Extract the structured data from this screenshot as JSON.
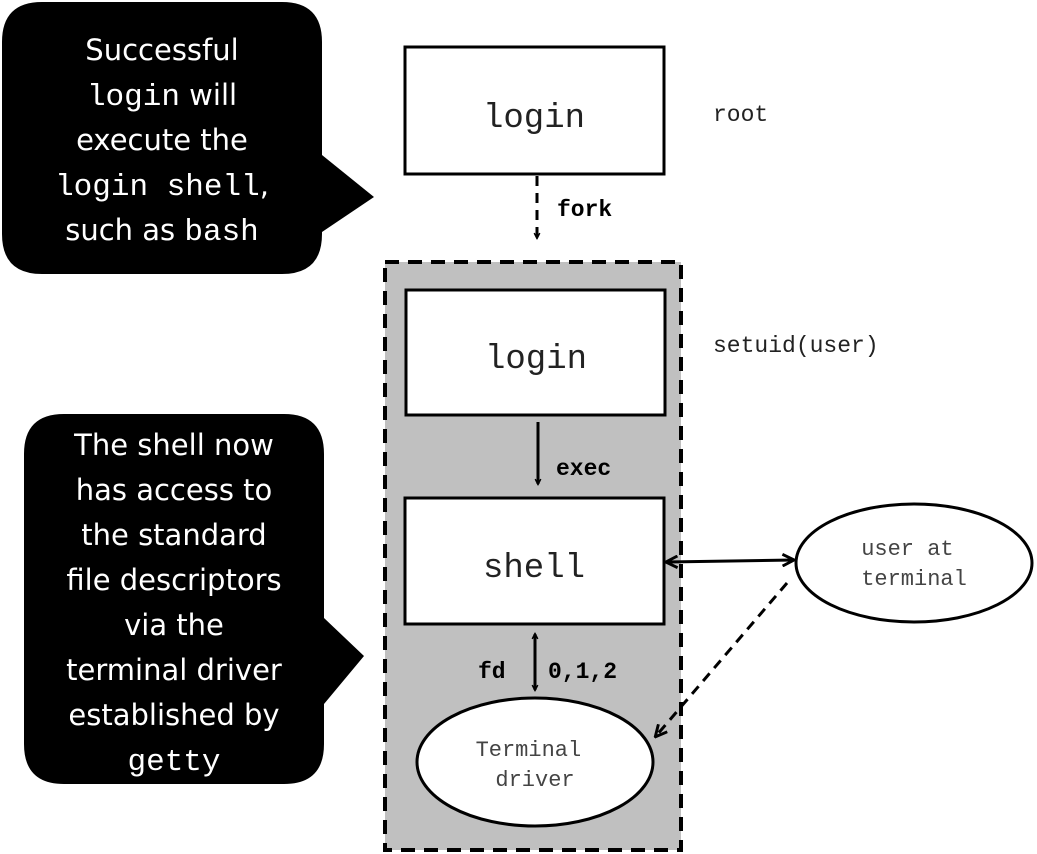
{
  "callouts": {
    "top": {
      "lines": [
        [
          {
            "t": "Successful",
            "code": false
          }
        ],
        [
          {
            "t": "login",
            "code": true
          },
          {
            "t": " will",
            "code": false
          }
        ],
        [
          {
            "t": "execute the",
            "code": false
          }
        ],
        [
          {
            "t": "login shell",
            "code": true
          },
          {
            "t": ",",
            "code": false
          }
        ],
        [
          {
            "t": "such as ",
            "code": false
          },
          {
            "t": "bash",
            "code": true
          }
        ]
      ]
    },
    "bottom": {
      "lines": [
        [
          {
            "t": "The shell now",
            "code": false
          }
        ],
        [
          {
            "t": "has access to",
            "code": false
          }
        ],
        [
          {
            "t": "the standard",
            "code": false
          }
        ],
        [
          {
            "t": "file descriptors",
            "code": false
          }
        ],
        [
          {
            "t": "via the",
            "code": false
          }
        ],
        [
          {
            "t": "terminal driver",
            "code": false
          }
        ],
        [
          {
            "t": "established by",
            "code": false
          }
        ],
        [
          {
            "t": "getty",
            "code": true
          }
        ]
      ]
    }
  },
  "nodes": {
    "login_root": "login",
    "login_user": "login",
    "shell": "shell",
    "user_terminal": [
      "user at",
      "terminal"
    ],
    "terminal_driver": [
      "Terminal",
      "driver"
    ]
  },
  "labels": {
    "root": "root",
    "setuid": "setuid(user)",
    "fork": "fork",
    "exec": "exec",
    "fd": "fd",
    "fds": "0,1,2"
  },
  "colors": {
    "callout_bg": "#000000",
    "callout_text": "#ffffff",
    "process_group_fill": "#c0c0c0",
    "box_fill": "#ffffff",
    "stroke": "#000000"
  }
}
